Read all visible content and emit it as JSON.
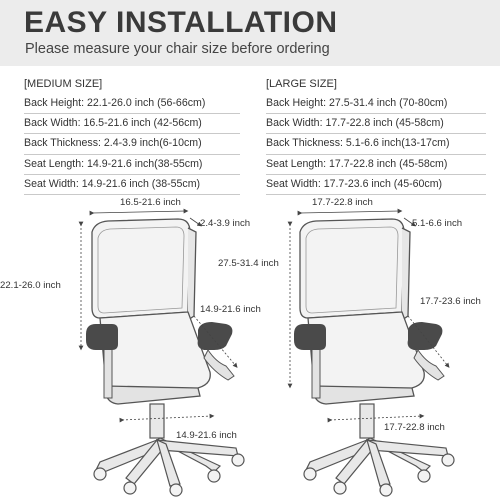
{
  "header": {
    "title": "EASY INSTALLATION",
    "subtitle": "Please measure your chair size before ordering"
  },
  "medium": {
    "heading": "[MEDIUM SIZE]",
    "rows": [
      "Back Height: 22.1-26.0 inch (56-66cm)",
      "Back Width: 16.5-21.6 inch (42-56cm)",
      "Back Thickness: 2.4-3.9 inch(6-10cm)",
      "Seat Length: 14.9-21.6 inch(38-55cm)",
      "Seat Width: 14.9-21.6 inch (38-55cm)"
    ],
    "dims": {
      "back_width": "16.5-21.6 inch",
      "back_thickness": "2.4-3.9 inch",
      "back_height": "22.1-26.0 inch",
      "seat_width": "14.9-21.6 inch",
      "seat_length": "14.9-21.6 inch"
    }
  },
  "large": {
    "heading": "[LARGE SIZE]",
    "rows": [
      "Back Height: 27.5-31.4 inch (70-80cm)",
      "Back Width: 17.7-22.8 inch (45-58cm)",
      "Back Thickness: 5.1-6.6 inch(13-17cm)",
      "Seat Length: 17.7-22.8 inch (45-58cm)",
      "Seat Width: 17.7-23.6 inch (45-60cm)"
    ],
    "dims": {
      "back_width": "17.7-22.8 inch",
      "back_thickness": "5.1-6.6 inch",
      "back_height": "27.5-31.4 inch",
      "seat_width": "17.7-23.6 inch",
      "seat_length": "17.7-22.8 inch"
    }
  },
  "colors": {
    "band": "#ececec",
    "cover": "#f3f3f3",
    "outline": "#555555",
    "armrest": "#4a4a4a"
  }
}
